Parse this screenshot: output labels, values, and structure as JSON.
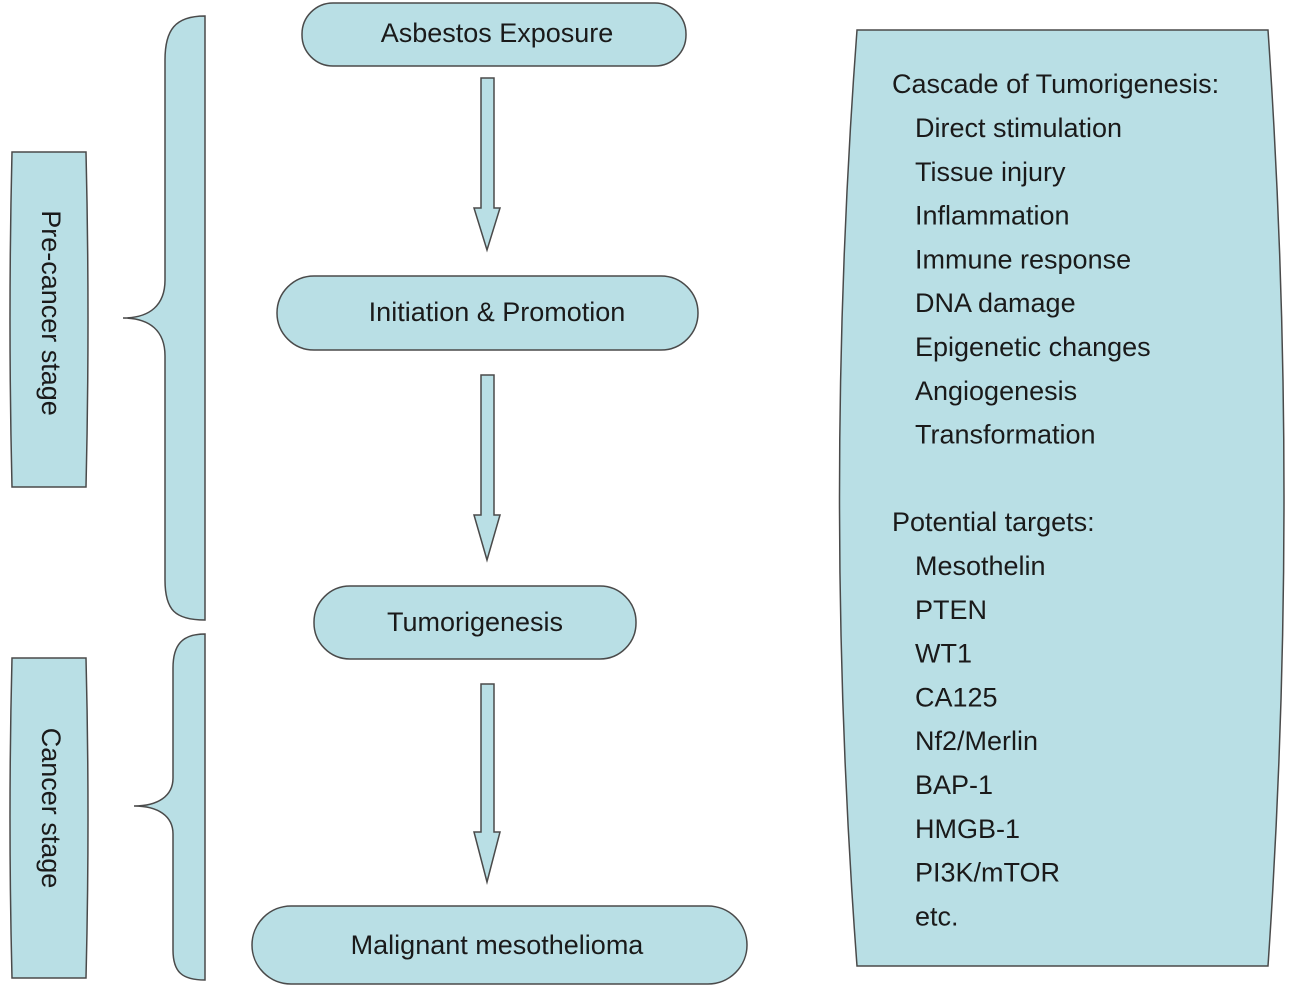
{
  "flow": {
    "steps": [
      "Asbestos Exposure",
      "Initiation & Promotion",
      "Tumorigenesis",
      "Malignant mesothelioma"
    ]
  },
  "stages": {
    "precancer": "Pre-cancer  stage",
    "cancer": "Cancer  stage"
  },
  "panel": {
    "cascade_heading": "Cascade of Tumorigenesis:",
    "cascade_items": [
      "Direct stimulation",
      "Tissue injury",
      "Inflammation",
      "Immune response",
      "DNA damage",
      "Epigenetic changes",
      "Angiogenesis",
      "Transformation"
    ],
    "targets_heading": "Potential targets:",
    "targets_items": [
      "Mesothelin",
      "PTEN",
      "WT1",
      "CA125",
      "Nf2/Merlin",
      "BAP-1",
      "HMGB-1",
      "PI3K/mTOR",
      "etc."
    ]
  },
  "colors": {
    "fill": "#b9dfe5",
    "stroke": "#4a4a4a"
  }
}
